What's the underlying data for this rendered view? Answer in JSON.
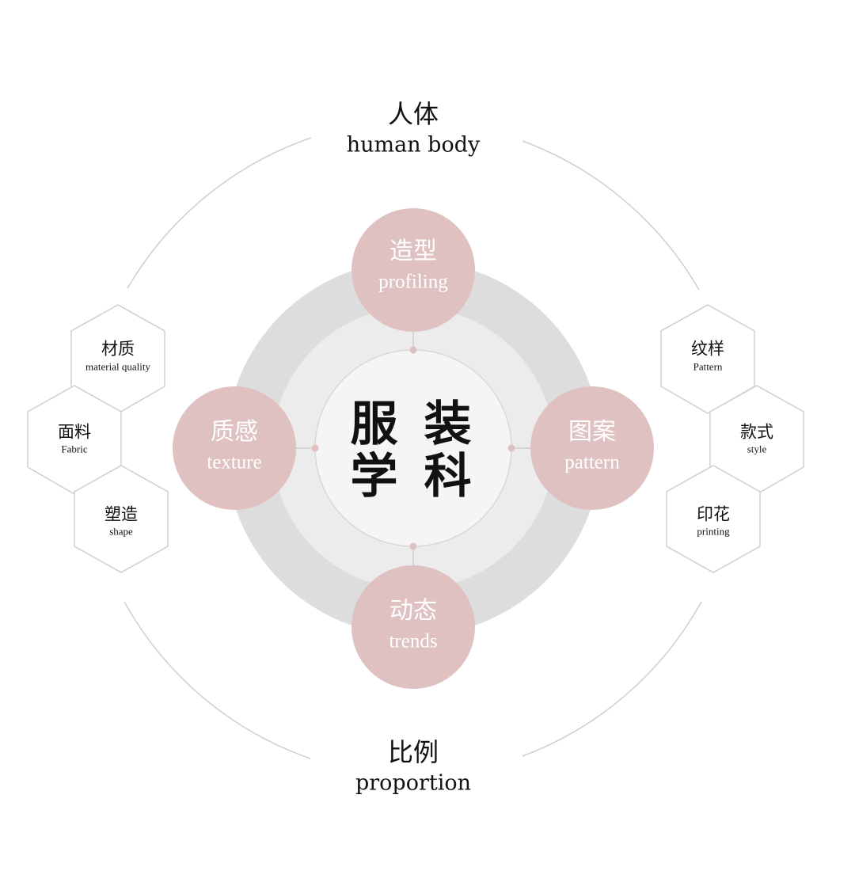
{
  "center": {
    "line1": "服 装",
    "line2": "学 科"
  },
  "outer": {
    "top": {
      "zh": "人体",
      "en": "human body"
    },
    "bottom": {
      "zh": "比例",
      "en": "proportion"
    }
  },
  "nodes": [
    {
      "zh": "造型",
      "en": "profiling"
    },
    {
      "zh": "质感",
      "en": "texture"
    },
    {
      "zh": "图案",
      "en": "pattern"
    },
    {
      "zh": "动态",
      "en": "trends"
    }
  ],
  "hex_left": [
    {
      "zh": "材质",
      "en": "material quality"
    },
    {
      "zh": "面料",
      "en": "Fabric"
    },
    {
      "zh": "塑造",
      "en": "shape"
    }
  ],
  "hex_right": [
    {
      "zh": "纹样",
      "en": "Pattern"
    },
    {
      "zh": "款式",
      "en": "style"
    },
    {
      "zh": "印花",
      "en": "printing"
    }
  ],
  "colors": {
    "node_fill": "#dfc1c2",
    "ring_outer": "#dcdddc",
    "ring_mid": "#ececec",
    "core": "#f4f5f4",
    "line": "#cfcfcf"
  }
}
